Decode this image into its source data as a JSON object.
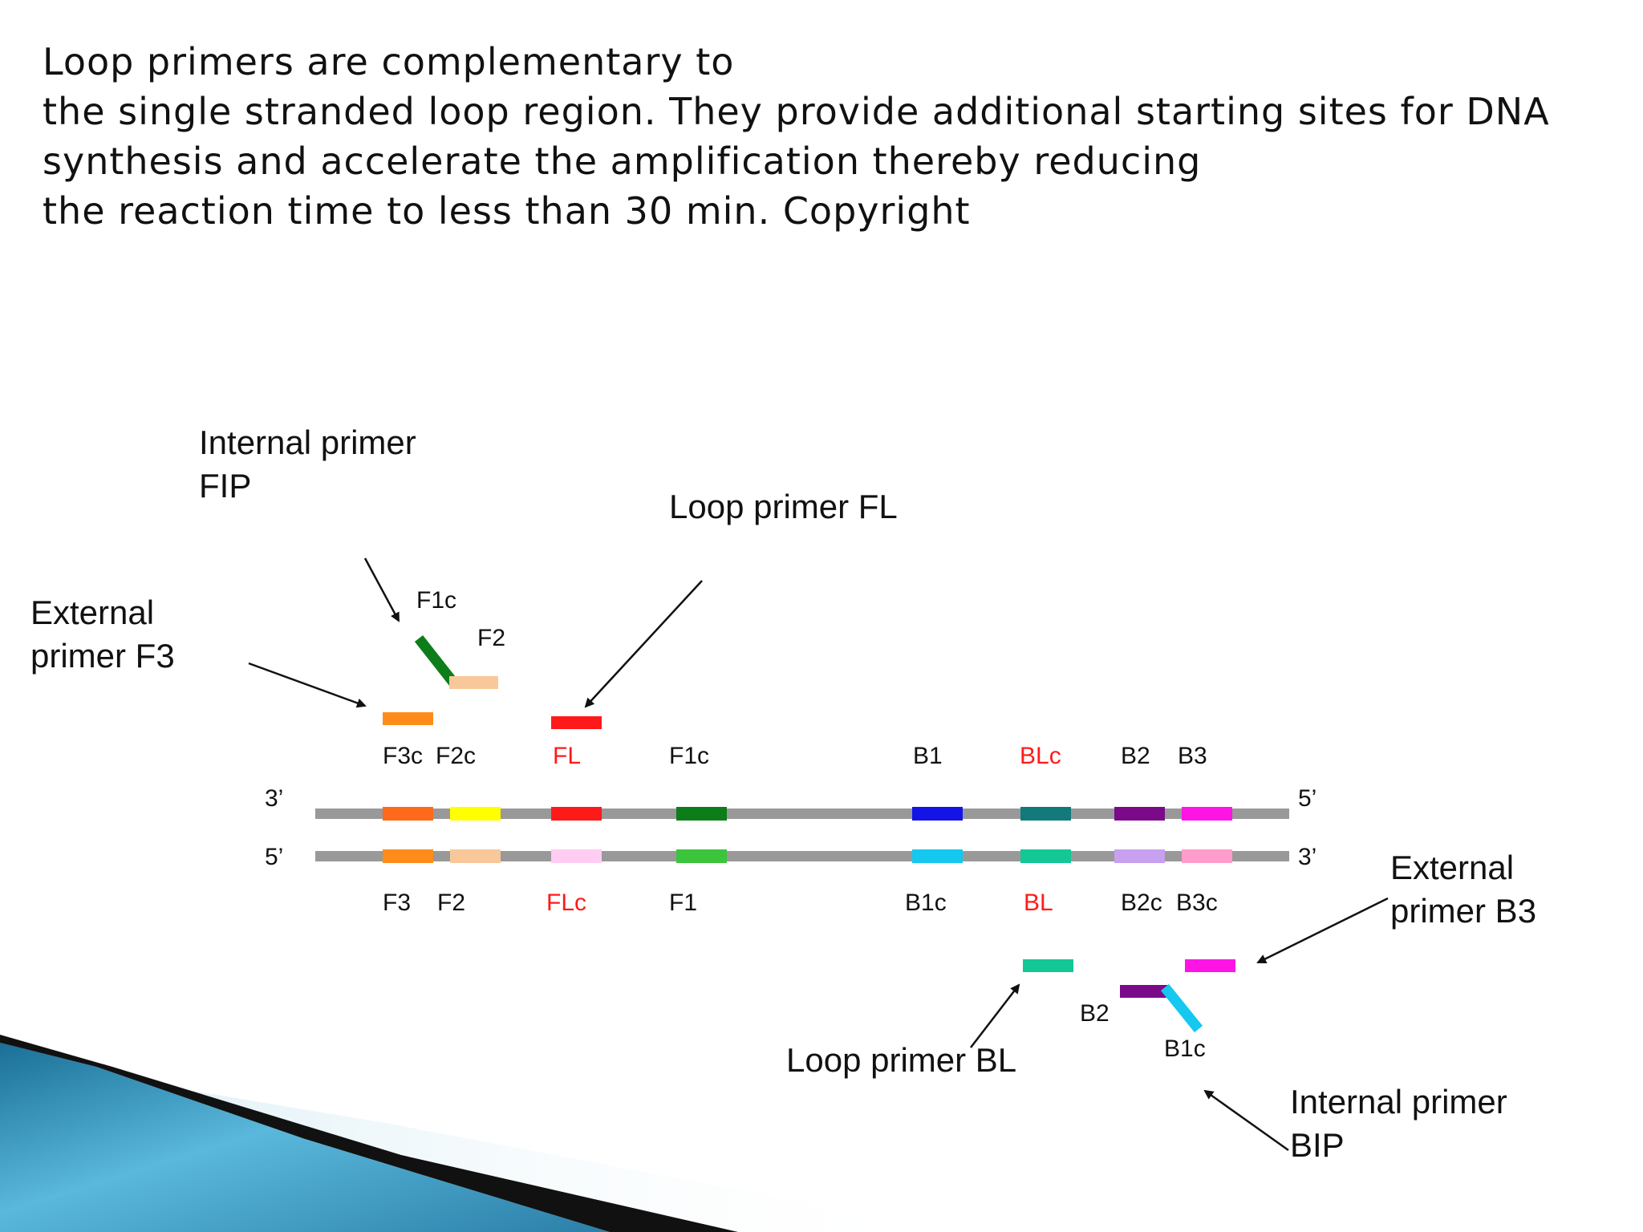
{
  "paragraph": {
    "lines": [
      "Loop primers are complementary to",
      "the single stranded loop region. They provide additional starting sites for DNA",
      "synthesis and accelerate the amplification thereby reducing",
      "the reaction time to less than 30 min. Copyright"
    ]
  },
  "captions": {
    "internal_fip": [
      "Internal primer",
      "FIP"
    ],
    "loop_fl": "Loop primer FL",
    "external_f3": [
      "External",
      "primer F3"
    ],
    "external_b3": [
      "External",
      "primer B3"
    ],
    "loop_bl": "Loop primer BL",
    "internal_bip": [
      "Internal primer",
      "BIP"
    ]
  },
  "strands": {
    "top_left_end": "3’",
    "top_right_end": "5’",
    "bottom_left_end": "5’",
    "bottom_right_end": "3’"
  },
  "top_labels": [
    "F3c",
    "F2c",
    "FL",
    "F1c",
    "B1",
    "BLc",
    "B2",
    "B3"
  ],
  "bottom_labels": [
    "F3",
    "F2",
    "FLc",
    "F1",
    "B1c",
    "BL",
    "B2c",
    "B3c"
  ],
  "primer_labels": {
    "fip_f1c": "F1c",
    "fip_f2": "F2",
    "bip_b2": "B2",
    "bip_b1c": "B1c"
  },
  "colors": {
    "strand": "#999999",
    "F3": "#ff8c1a",
    "F3c": "#ff6a1a",
    "F2": "#f8c89a",
    "F2c": "#ffff00",
    "FL": "#ff1a1a",
    "FLc": "#ffccf2",
    "F1c": "#0d7d1a",
    "F1": "#3cc43c",
    "B1": "#1414e6",
    "B1c": "#14c8f0",
    "BLc": "#127a7a",
    "BL": "#14c896",
    "B2": "#7a0a8a",
    "B2c": "#c8a0f0",
    "B3": "#ff14e6",
    "B3c": "#ff9ccc",
    "highlight_label": "#ff1a1a"
  }
}
